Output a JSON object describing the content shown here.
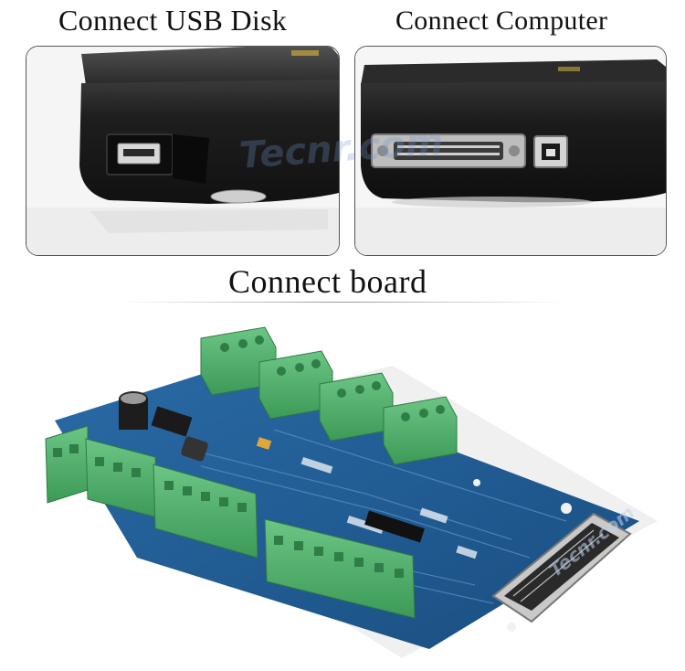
{
  "captions": {
    "usb_disk": "Connect USB Disk",
    "computer": "Connect Computer",
    "board": "Connect board"
  },
  "watermark": {
    "text_top": "Tecnr.com",
    "text_bottom": "Tecnr.com"
  },
  "colors": {
    "device_body": "#1c1c1c",
    "pcb_blue": "#1f5f96",
    "terminal_green": "#4fae6a",
    "panel_border": "#555555"
  }
}
